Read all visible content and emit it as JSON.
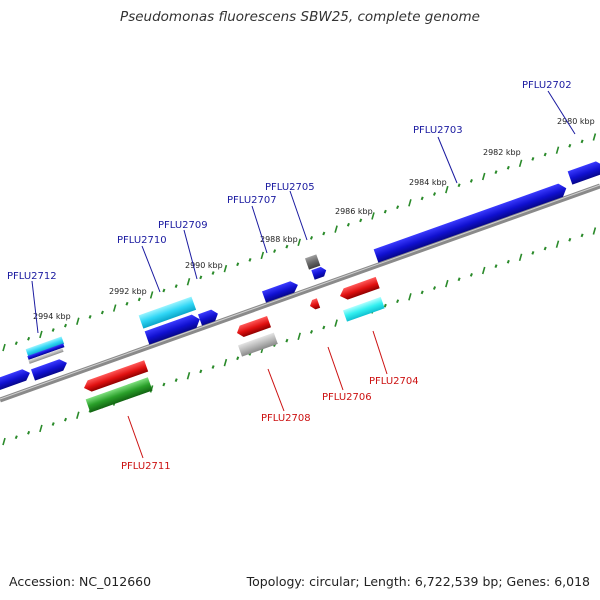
{
  "title": "Pseudomonas fluorescens SBW25, complete genome",
  "footer": {
    "accession": "Accession: NC_012660",
    "summary": "Topology: circular; Length: 6,722,539 bp; Genes: 6,018"
  },
  "colors": {
    "backbone": "#888888",
    "tick": "#2a8a2a",
    "forward_label": "#1a1aa0",
    "reverse_label": "#cc1111",
    "blue": "#1414d8",
    "red": "#e01010",
    "cyan": "#22ccee",
    "gray": "#b8b8b8",
    "darkgray": "#777777",
    "green": "#2aa02a"
  },
  "scale": {
    "labels": [
      "2980 kbp",
      "2982 kbp",
      "2984 kbp",
      "2986 kbp",
      "2988 kbp",
      "2990 kbp",
      "2992 kbp",
      "2994 kbp"
    ]
  },
  "genes": {
    "forward": [
      "PFLU2702",
      "PFLU2703",
      "PFLU2705",
      "PFLU2707",
      "PFLU2709",
      "PFLU2710",
      "PFLU2712"
    ],
    "reverse": [
      "PFLU2704",
      "PFLU2706",
      "PFLU2708",
      "PFLU2711"
    ]
  }
}
